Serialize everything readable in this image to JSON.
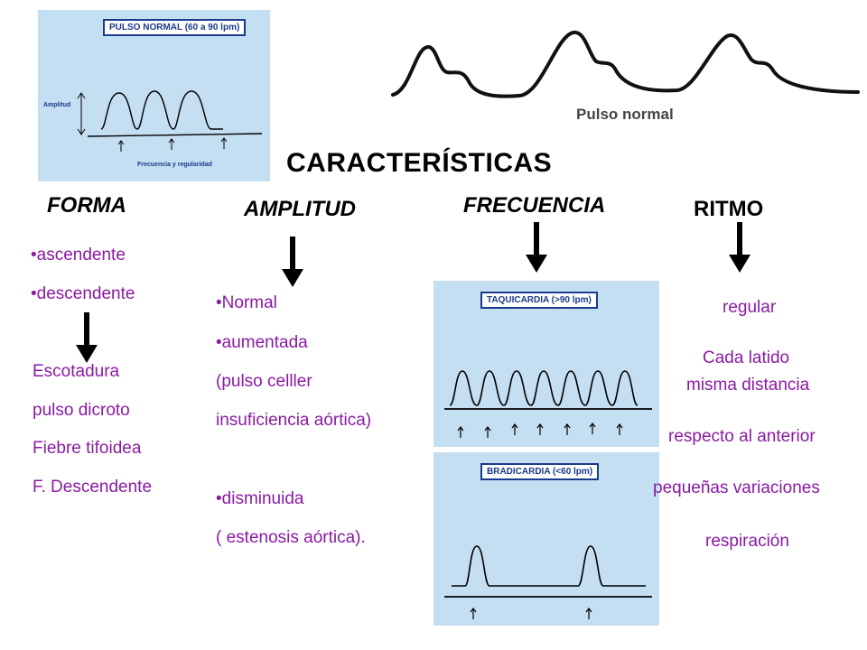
{
  "panels": {
    "pulso_normal": {
      "title": "PULSO NORMAL (60 a 90 lpm)",
      "y_label": "Amplitud",
      "x_label": "Frecuencia y regularidad"
    },
    "taquicardia": {
      "title": "TAQUICARDIA (>90 lpm)"
    },
    "bradicardia": {
      "title": "BRADICARDIA (<60 lpm)"
    }
  },
  "waveform_caption": "Pulso normal",
  "title": "CARACTERÍSTICAS",
  "columns": {
    "forma": {
      "heading": "FORMA",
      "bullets": [
        "•ascendente",
        "•descendente"
      ],
      "details": [
        "Escotadura",
        "pulso dicroto",
        "Fiebre tifoidea",
        "F. Descendente"
      ]
    },
    "amplitud": {
      "heading": "AMPLITUD",
      "lines": [
        "•Normal",
        "•aumentada",
        "(pulso celller",
        "insuficiencia aórtica)",
        "•disminuida",
        "( estenosis aórtica)."
      ]
    },
    "frecuencia": {
      "heading": "FRECUENCIA"
    },
    "ritmo": {
      "heading": "RITMO",
      "lines": [
        "regular",
        "Cada latido",
        "misma distancia",
        "respecto al anterior",
        "pequeñas variaciones",
        "respiración"
      ]
    }
  },
  "colors": {
    "text_purple": "#8a1aa3",
    "panel_blue": "#c4def2",
    "title_border": "#1a3a8a"
  }
}
